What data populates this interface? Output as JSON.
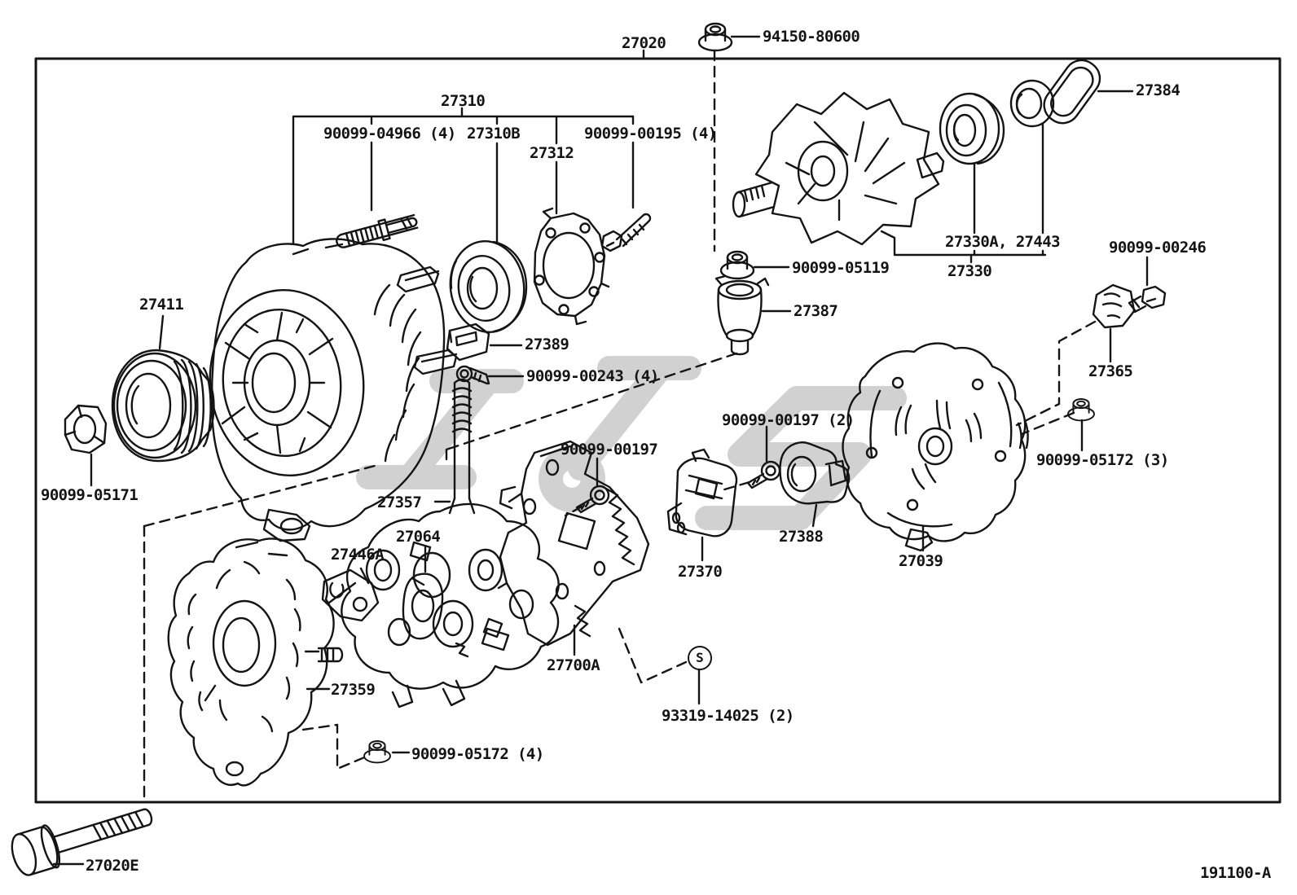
{
  "figure": {
    "code": "191100-A"
  },
  "symbols": {
    "standard_part": "S"
  },
  "colors": {
    "line": "#141414",
    "watermark": "#c9c9c9",
    "background": "#ffffff"
  },
  "callouts": {
    "c27020": "27020",
    "c94150_80600": "94150-80600",
    "c27310": "27310",
    "c90099_04966": "90099-04966 (4)",
    "c27310B": "27310B",
    "c90099_00195": "90099-00195 (4)",
    "c27312": "27312",
    "c27384": "27384",
    "c27330A_27443": "27330A, 27443",
    "c27330": "27330",
    "c90099_00246": "90099-00246",
    "c27365": "27365",
    "c90099_05172_3": "90099-05172 (3)",
    "c90099_05119": "90099-05119",
    "c27387": "27387",
    "c27411": "27411",
    "c90099_05171": "90099-05171",
    "c27389": "27389",
    "c90099_00243": "90099-00243 (4)",
    "c90099_00197": "90099-00197",
    "c90099_00197_2": "90099-00197 (2)",
    "c27357": "27357",
    "c27064": "27064",
    "c27446A": "27446A",
    "c27388": "27388",
    "c27370": "27370",
    "c27039": "27039",
    "c27359": "27359",
    "c27700A": "27700A",
    "c93319_14025": "93319-14025 (2)",
    "c90099_05172_4": "90099-05172 (4)",
    "c27020E": "27020E"
  }
}
